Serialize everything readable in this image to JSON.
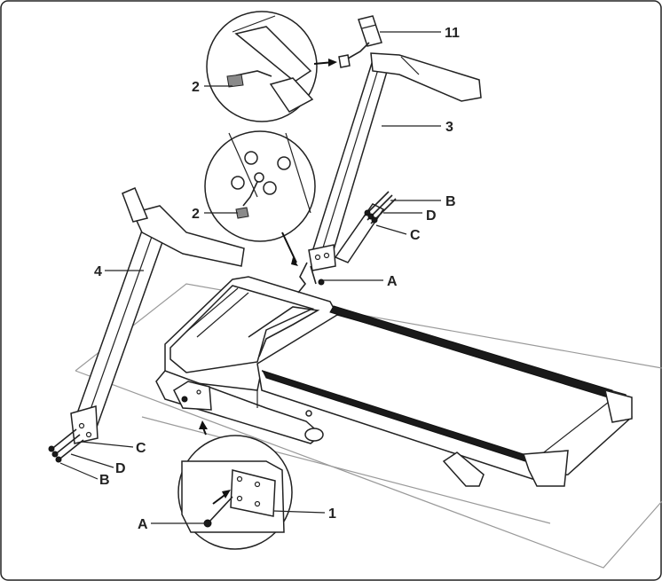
{
  "callouts": {
    "part_11": "11",
    "part_3": "3",
    "part_2_top": "2",
    "part_2_mid": "2",
    "part_4": "4",
    "part_B_right": "B",
    "part_D_right": "D",
    "part_C_right": "C",
    "part_A_right": "A",
    "part_C_left": "C",
    "part_D_left": "D",
    "part_B_left": "B",
    "part_A_bottom": "A",
    "part_1": "1"
  }
}
